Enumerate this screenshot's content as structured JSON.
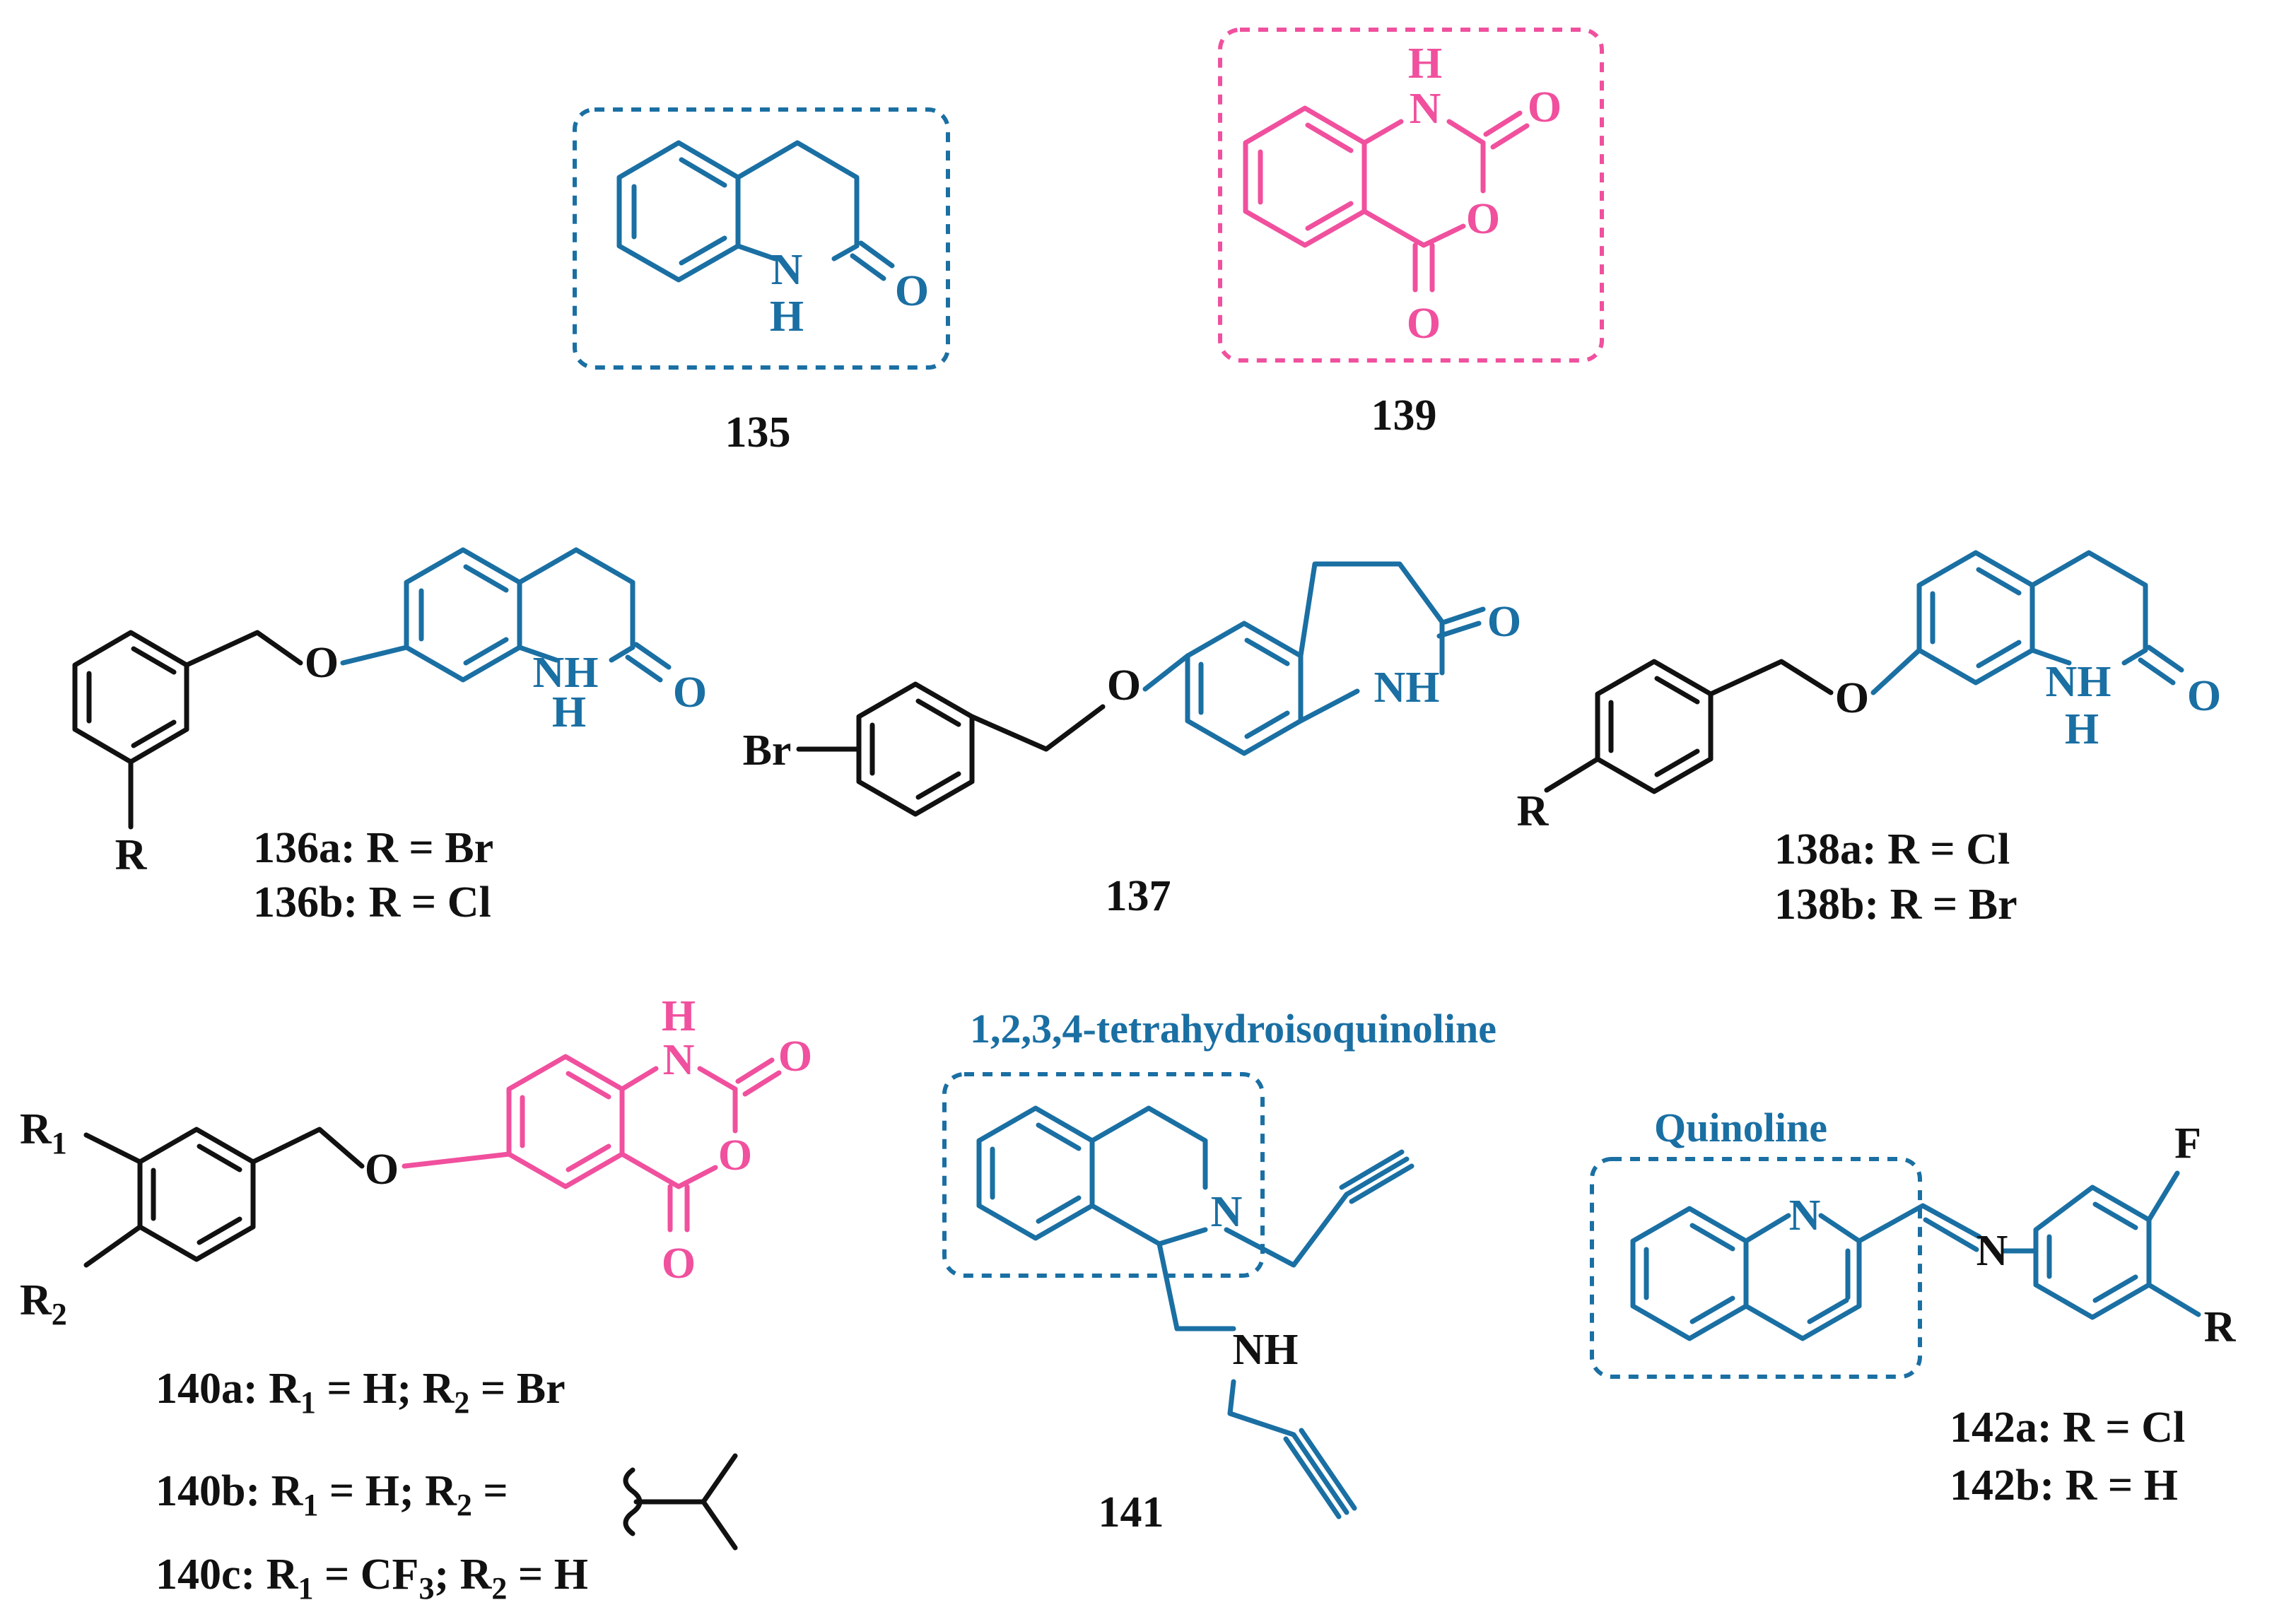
{
  "colors": {
    "blue": "#1A6FA3",
    "pink": "#F0509E",
    "black": "#111111"
  },
  "atoms": {
    "N": "N",
    "NH": "NH",
    "H": "H",
    "O": "O",
    "Br": "Br",
    "R": "R",
    "F": "F",
    "R1": "R",
    "R1_sub": "1",
    "R2": "R",
    "R2_sub": "2"
  },
  "compounds": {
    "c135": "135",
    "c139": "139",
    "c137": "137",
    "c141": "141",
    "c136": {
      "a": "136a: R = Br",
      "b": "136b: R = Cl"
    },
    "c138": {
      "a": "138a: R = Cl",
      "b": "138b: R = Br"
    },
    "c142": {
      "a": "142a: R = Cl",
      "b": "142b: R = H"
    },
    "c140": {
      "a": {
        "p1": "140a: R",
        "s1": "1",
        "p2": " = H; R",
        "s2": "2",
        "p3": " = Br"
      },
      "b": {
        "p1": "140b: R",
        "s1": "1",
        "p2": " = H; R",
        "s2": "2",
        "p3": " ="
      },
      "c": {
        "p1": "140c: R",
        "s1": "1",
        "p2": " = CF",
        "s2": "3",
        "p3": "; R",
        "s3": "2",
        "p4": " = H"
      }
    }
  },
  "scaffold_labels": {
    "tetrahydroisoquinoline": "1,2,3,4-tetrahydroisoquinoline",
    "quinoline": "Quinoline"
  }
}
